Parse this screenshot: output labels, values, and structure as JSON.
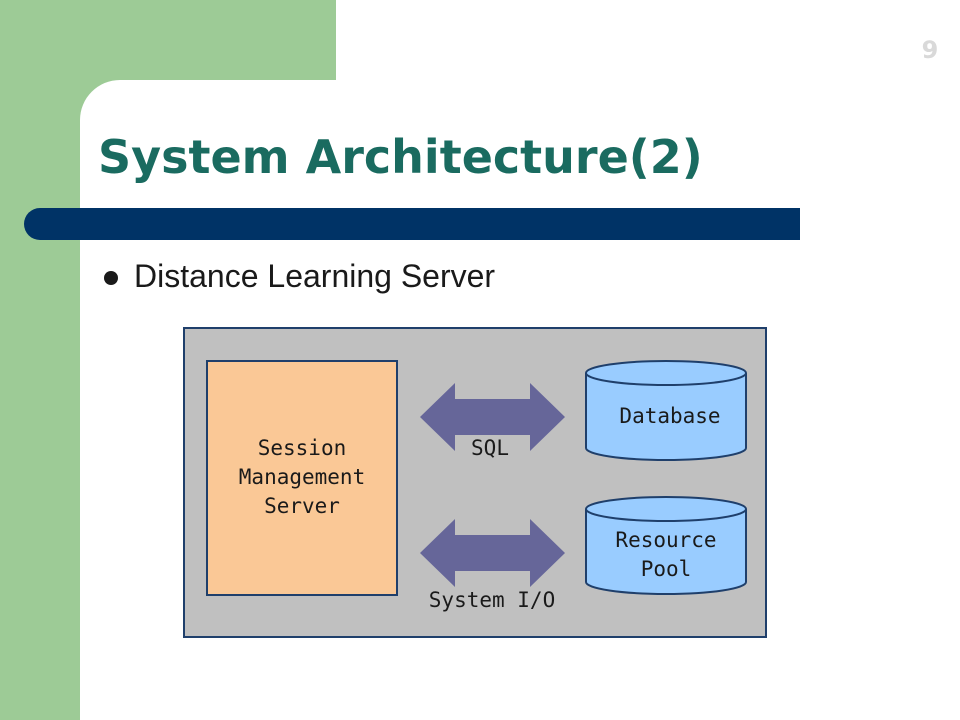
{
  "slide": {
    "number": "9",
    "title": "System Architecture(2)",
    "bullet": "Distance Learning Server"
  },
  "diagram": {
    "session_server": "Session\nManagement\nServer",
    "arrow_top_label": "SQL",
    "arrow_bottom_label": "System I/O",
    "database": "Database",
    "resource_pool": "Resource\nPool"
  },
  "colors": {
    "green_accent": "#9dcb96",
    "title_text": "#1a6b60",
    "title_bar": "#003366",
    "diagram_bg": "#c0c0c0",
    "session_fill": "#fac896",
    "cylinder_fill": "#99ccff",
    "arrow_fill": "#666699"
  }
}
